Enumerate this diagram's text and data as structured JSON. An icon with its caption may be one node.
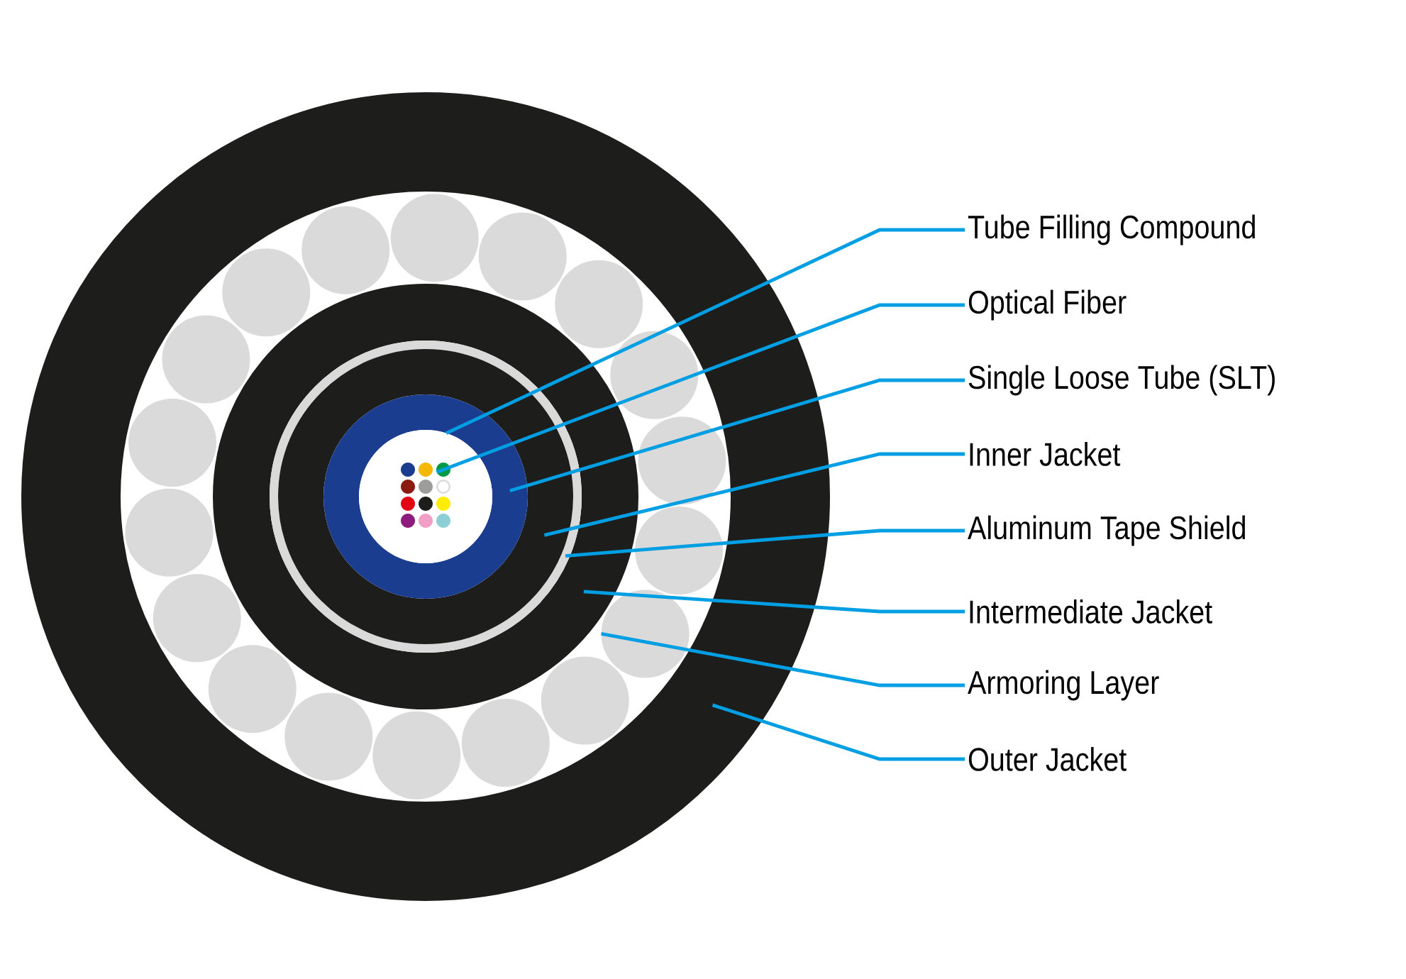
{
  "diagram": {
    "nodes": [
      {
        "text": [
          "Tube Filling Compound"
        ]
      },
      {
        "text": [
          "Optical Fiber"
        ]
      },
      {
        "text": [
          "Single Loose Tube (SLT)"
        ]
      },
      {
        "text": [
          "Inner Jacket"
        ]
      },
      {
        "text": [
          "Aluminum Tape Shield"
        ]
      },
      {
        "text": [
          "Intermediate Jacket"
        ]
      },
      {
        "text": [
          "Armoring Layer"
        ]
      },
      {
        "text": [
          "Outer Jacket"
        ]
      },
      {
        "text": [],
        "shape": "circle",
        "in": 10
      },
      {
        "text": [],
        "shape": "circle",
        "in": 8
      },
      {
        "text": [],
        "shape": "ring",
        "in": 11
      },
      {
        "text": [],
        "shape": "ring",
        "in": 12
      },
      {
        "text": [],
        "shape": "ring",
        "in": 13
      },
      {
        "text": [],
        "shape": "ring",
        "in": 15
      },
      {
        "text": [],
        "shape": "circle",
        "in": 15
      },
      {
        "text": [],
        "shape": "ring"
      },
      {
        "text": [],
        "shape": "circle",
        "in": 15
      },
      {
        "text": [],
        "shape": "circle",
        "in": 15
      },
      {
        "text": [],
        "shape": "circle",
        "in": 15
      },
      {
        "text": [],
        "shape": "circle",
        "in": 15
      },
      {
        "text": [],
        "shape": "circle",
        "in": 15
      },
      {
        "text": [],
        "shape": "circle",
        "in": 15
      },
      {
        "text": [],
        "shape": "circle",
        "in": 15
      },
      {
        "text": [],
        "shape": "circle",
        "in": 15
      },
      {
        "text": [],
        "shape": "circle",
        "in": 15
      },
      {
        "text": [],
        "shape": "circle",
        "in": 15
      },
      {
        "text": [],
        "shape": "circle",
        "in": 15
      },
      {
        "text": [],
        "shape": "circle",
        "in": 15
      },
      {
        "text": [],
        "shape": "circle",
        "in": 15
      },
      {
        "text": [],
        "shape": "circle",
        "in": 15
      },
      {
        "text": [],
        "shape": "circle",
        "in": 15
      },
      {
        "text": [],
        "shape": "circle",
        "in": 15
      },
      {
        "text": [],
        "shape": "circle",
        "in": 15
      }
    ],
    "edges": [
      {
        "from": 0,
        "to": 8,
        "arrow": "none"
      },
      {
        "from": 1,
        "to": 9,
        "arrow": "none"
      },
      {
        "from": 2,
        "to": 10,
        "arrow": "none"
      },
      {
        "from": 3,
        "to": 11,
        "arrow": "none"
      },
      {
        "from": 4,
        "to": 12,
        "arrow": "none"
      },
      {
        "from": 5,
        "to": 13,
        "arrow": "none"
      },
      {
        "from": 6,
        "to": 14,
        "arrow": "none"
      },
      {
        "from": 7,
        "to": 15,
        "arrow": "none"
      }
    ]
  }
}
